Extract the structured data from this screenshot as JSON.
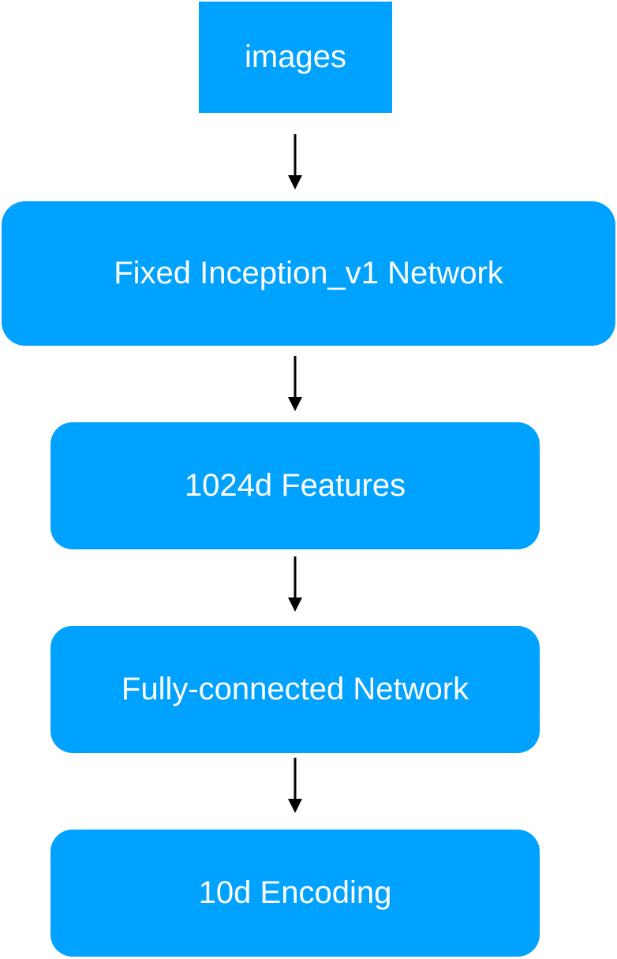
{
  "diagram": {
    "nodes": [
      {
        "id": "images",
        "label": "images"
      },
      {
        "id": "inception",
        "label": "Fixed Inception_v1 Network"
      },
      {
        "id": "features",
        "label": "1024d Features"
      },
      {
        "id": "fc",
        "label": "Fully-connected Network"
      },
      {
        "id": "encoding",
        "label": "10d Encoding"
      }
    ],
    "edges": [
      {
        "from": "images",
        "to": "inception"
      },
      {
        "from": "inception",
        "to": "features"
      },
      {
        "from": "features",
        "to": "fc"
      },
      {
        "from": "fc",
        "to": "encoding"
      }
    ],
    "colors": {
      "node_fill": "#00a2ff",
      "node_text": "#ffffff",
      "arrow": "#000000"
    }
  }
}
